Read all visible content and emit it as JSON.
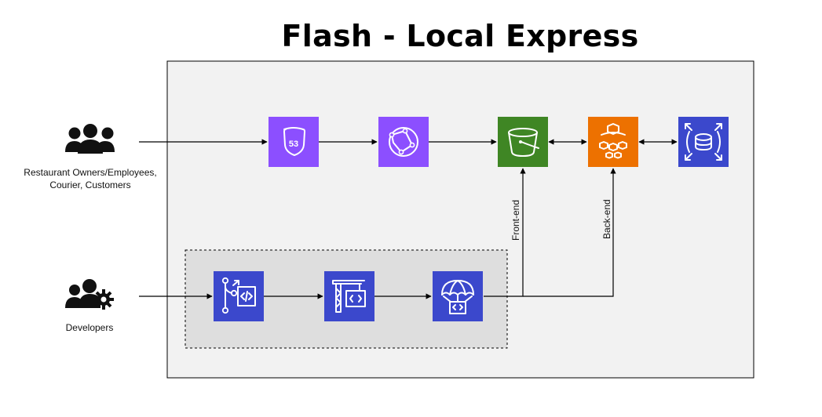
{
  "title": "Flash - Local Express",
  "actors": {
    "users": {
      "icon": "users-group-icon",
      "label_line1": "Restaurant Owners/Employees,",
      "label_line2": "Courier, Customers"
    },
    "developers": {
      "icon": "developers-gear-icon",
      "label": "Developers"
    }
  },
  "services": [
    {
      "id": "route53",
      "icon": "route53-icon",
      "text": "53",
      "color": "#8C4FFF"
    },
    {
      "id": "cloudfront",
      "icon": "cloudfront-icon",
      "color": "#8C4FFF"
    },
    {
      "id": "s3",
      "icon": "s3-bucket-icon",
      "color": "#3F8624"
    },
    {
      "id": "fargate",
      "icon": "fargate-icon",
      "color": "#ED7100"
    },
    {
      "id": "rds",
      "icon": "rds-database-icon",
      "color": "#3B48CC"
    },
    {
      "id": "codecommit",
      "icon": "codecommit-icon",
      "color": "#3B48CC"
    },
    {
      "id": "codebuild",
      "icon": "codebuild-icon",
      "color": "#3B48CC"
    },
    {
      "id": "codedeploy",
      "icon": "codedeploy-icon",
      "color": "#3B48CC"
    }
  ],
  "edge_labels": {
    "frontend": "Front-end",
    "backend": "Back-end"
  }
}
